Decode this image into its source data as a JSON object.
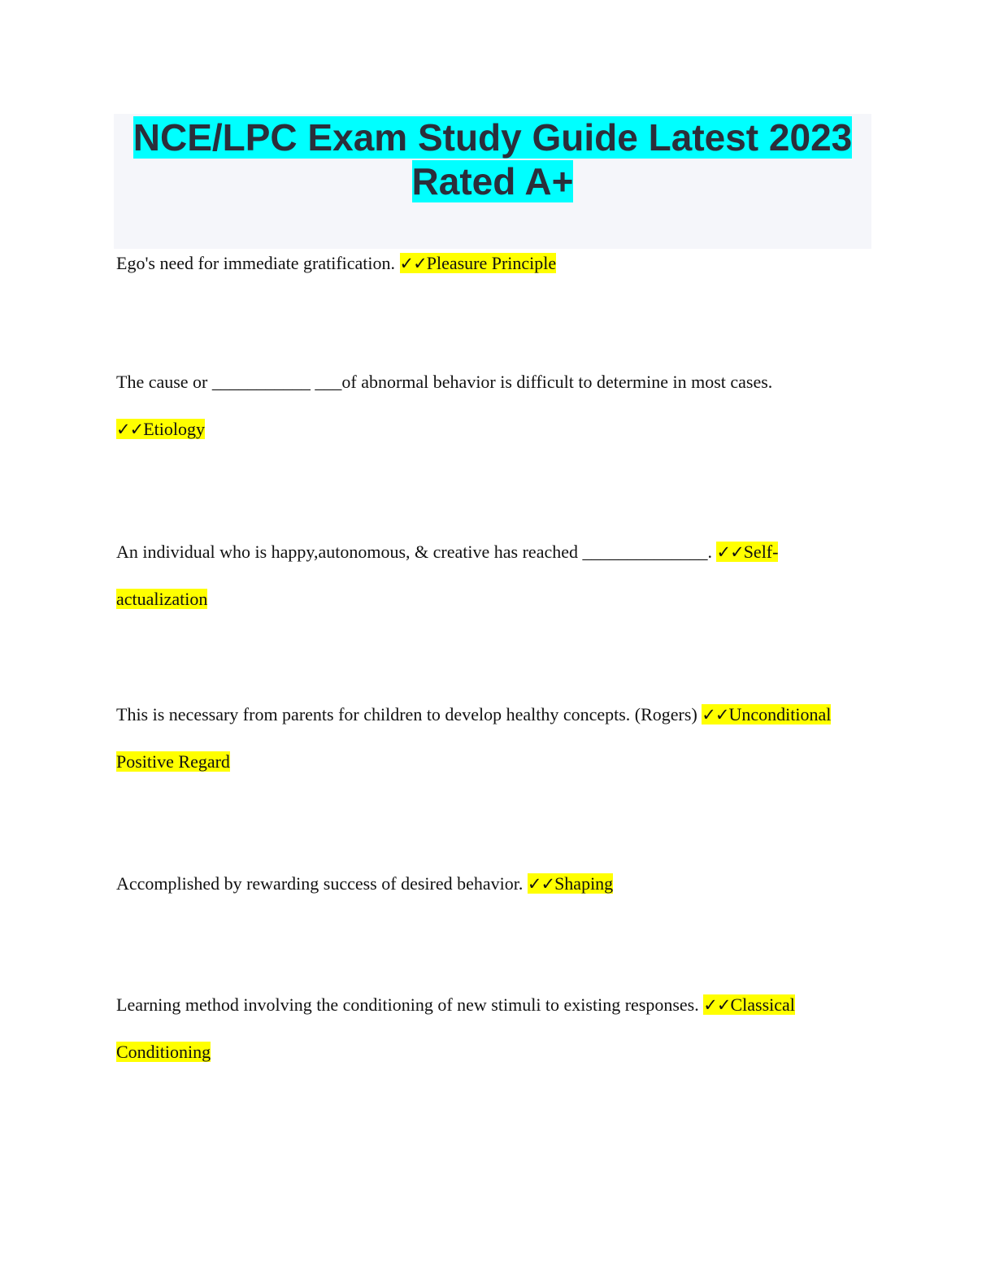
{
  "document": {
    "title": "NCE/LPC Exam Study Guide Latest 2023 Rated A+",
    "check_mark": "✓✓",
    "items": [
      {
        "question": "Ego's need for immediate gratification. ",
        "answer": "Pleasure Principle"
      },
      {
        "question": "The cause or ___________ ___of abnormal behavior is difficult to determine in most cases. ",
        "answer": "Etiology"
      },
      {
        "question": "An individual who is happy,autonomous, & creative has reached ______________. ",
        "answer": "Self-actualization"
      },
      {
        "question": "This is necessary from parents for children to develop healthy concepts. (Rogers) ",
        "answer": "Unconditional Positive Regard"
      },
      {
        "question": "Accomplished by rewarding success of desired behavior. ",
        "answer": "Shaping"
      },
      {
        "question": "Learning method involving the conditioning of new stimuli to existing responses. ",
        "answer": "Classical Conditioning"
      }
    ]
  },
  "colors": {
    "title_highlight": "#00ffff",
    "title_panel": "#f5f6fa",
    "answer_highlight": "#ffff00"
  }
}
